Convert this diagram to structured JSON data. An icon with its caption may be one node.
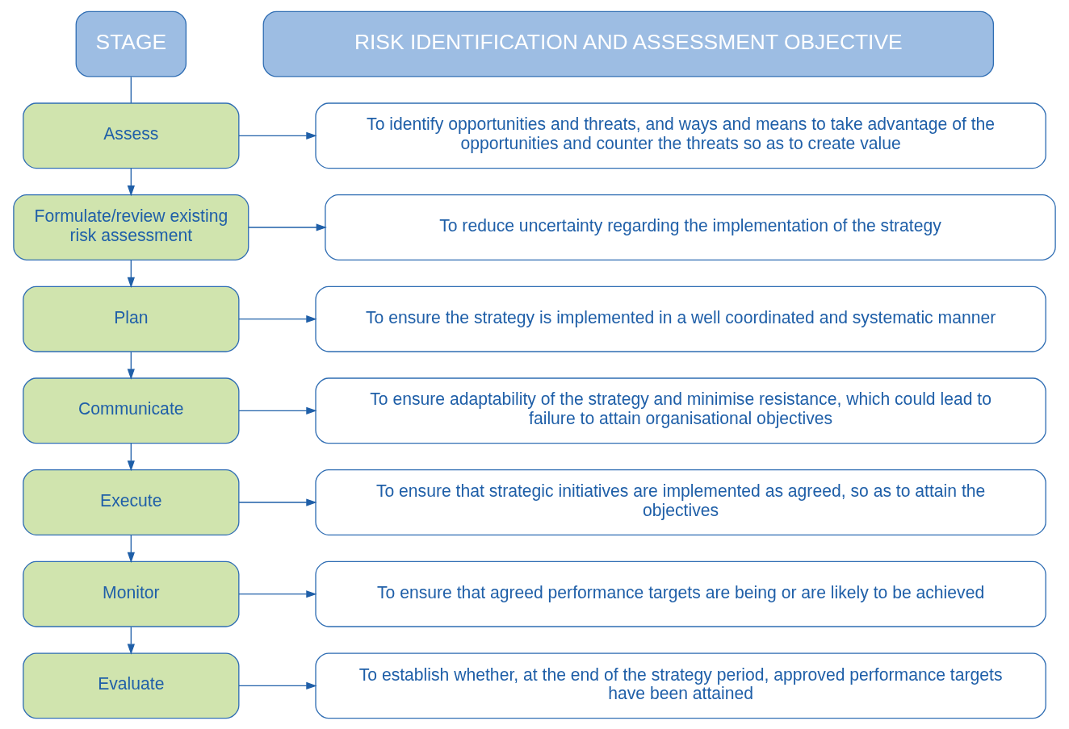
{
  "diagram": {
    "nodes": [
      {
        "text": [
          "STAGE"
        ]
      },
      {
        "text": [
          "RISK IDENTIFICATION AND ASSESSMENT OBJECTIVE"
        ]
      },
      {
        "text": [
          "Assess"
        ]
      },
      {
        "text": [
          "Formulate/review existing risk assessment"
        ]
      },
      {
        "text": [
          "Plan"
        ]
      },
      {
        "text": [
          "Communicate"
        ]
      },
      {
        "text": [
          "Execute"
        ]
      },
      {
        "text": [
          "Monitor"
        ]
      },
      {
        "text": [
          "Evaluate"
        ]
      },
      {
        "text": [
          "To identify opportunities and threats, and ways and means to take advantage of the opportunities and counter the threats so as to create value"
        ]
      },
      {
        "text": [
          "To reduce uncertainty regarding the implementation of the strategy"
        ]
      },
      {
        "text": [
          "To ensure the strategy is implemented in a well coordinated and systematic manner"
        ]
      },
      {
        "text": [
          "To ensure adaptability of the strategy and minimise resistance, which could lead to failure to attain organisational objectives"
        ]
      },
      {
        "text": [
          "To ensure that strategic initiatives are implemented as agreed, so as to attain the objectives"
        ]
      },
      {
        "text": [
          "To ensure that agreed performance targets are being or are likely to be achieved"
        ]
      },
      {
        "text": [
          "To establish whether, at the end of the strategy period, approved performance targets have been attained"
        ]
      }
    ],
    "edges": [
      {
        "from": 0,
        "to": 2,
        "arrow": "none"
      },
      {
        "from": 2,
        "to": 3,
        "arrow": "to"
      },
      {
        "from": 3,
        "to": 4,
        "arrow": "to"
      },
      {
        "from": 4,
        "to": 5,
        "arrow": "to"
      },
      {
        "from": 5,
        "to": 6,
        "arrow": "to"
      },
      {
        "from": 6,
        "to": 7,
        "arrow": "to"
      },
      {
        "from": 7,
        "to": 8,
        "arrow": "to"
      },
      {
        "from": 2,
        "to": 9,
        "arrow": "to"
      },
      {
        "from": 3,
        "to": 10,
        "arrow": "to"
      },
      {
        "from": 4,
        "to": 11,
        "arrow": "to"
      },
      {
        "from": 5,
        "to": 12,
        "arrow": "to"
      },
      {
        "from": 6,
        "to": 13,
        "arrow": "to"
      },
      {
        "from": 7,
        "to": 14,
        "arrow": "to"
      },
      {
        "from": 8,
        "to": 15,
        "arrow": "to"
      }
    ]
  }
}
